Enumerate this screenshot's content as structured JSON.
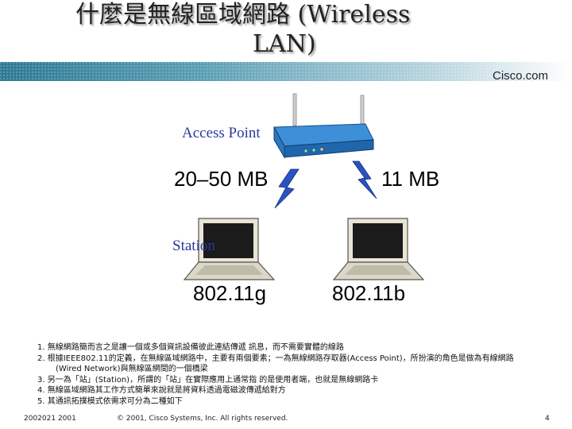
{
  "title": {
    "line1": "什麼是無線區域網路  (Wireless",
    "line2": "LAN)"
  },
  "brand": "Cisco.com",
  "access_point_label": "Access Point",
  "station_label": "Station",
  "speed_left": "20–50 MB",
  "speed_right": "11 MB",
  "std_left": "802.11g",
  "std_right": "802.11b",
  "bullets": [
    {
      "num": "1.",
      "text": "無線網路簡而言之是讓一個或多個資訊設備彼此連結傳遞 訊息，而不需要實體的線路"
    },
    {
      "num": "2.",
      "text": "根據IEEE802.11的定義，在無線區域網路中，主要有兩個要素；一為無線網路存取器(Access Point)，所扮演的角色是做為有線網路",
      "cont": "(Wired Network)與無線區網間的一個橋梁"
    },
    {
      "num": "3.",
      "text": "另一為「站」(Station)，所謂的「站」在實際應用上通常指 的是使用者端，也就是無線網路卡"
    },
    {
      "num": "4.",
      "text": "無線區域網路其工作方式簡單來說就是將資料透過電磁波傳遞給對方"
    },
    {
      "num": "5.",
      "text": "其通訊拓撲模式依需求可分為二種如下"
    }
  ],
  "footer": {
    "left": "2002021 2001",
    "center": "© 2001, Cisco Systems, Inc. All rights reserved.",
    "page": "4"
  },
  "colors": {
    "title_shadow": "#9a9a9a",
    "band_dark": "#2e7a94",
    "band_light": "#b7d4de",
    "ap_blue": "#2a7bc8",
    "bolt": "#2a53c0",
    "label_blue": "#2a3a9a"
  },
  "icons": [
    "access-point-icon",
    "laptop-icon",
    "wireless-bolt-icon"
  ]
}
